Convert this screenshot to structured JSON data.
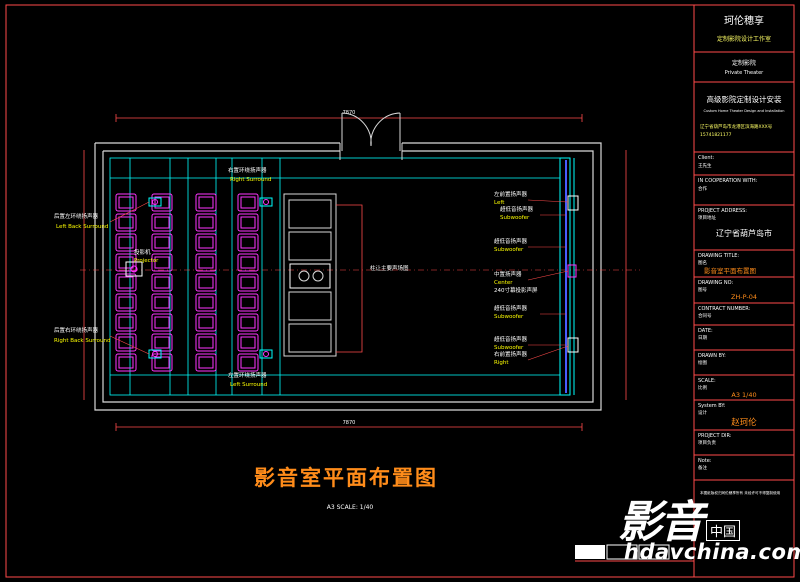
{
  "drawing": {
    "title": "影音室平面布置图",
    "scale_note": "A3 SCALE: 1/40",
    "dim_top": "7870",
    "dim_bottom": "7870"
  },
  "labels": {
    "left_back_cn": "后置左环绕扬声器",
    "left_back_en": "Left Back Surround",
    "right_back_cn": "后置右环绕扬声器",
    "right_back_en": "Right Back Surround",
    "projector_cn": "投影机",
    "projector_en": "Projector",
    "right_surround_cn": "右置环绕扬声器",
    "right_surround_en": "Right Surround",
    "left_surround_cn": "左置环绕扬声器",
    "left_surround_en": "Left Surround",
    "center_speaker_note": "柱让主要声场图",
    "left_cn": "左前置扬声器",
    "left_en": "Left",
    "sub1_cn": "超低音扬声器",
    "sub1_en": "Subwoofer",
    "sub2_cn": "超低音扬声器",
    "sub2_en": "Subwoofer",
    "center_cn": "中置扬声器",
    "center_en": "Center",
    "screen_cn": "240寸幕投影声屏",
    "sub3_cn": "超低音扬声器",
    "sub3_en": "Subwoofer",
    "sub4_cn": "超低音扬声器",
    "sub4_en": "Subwoofer",
    "right_cn": "右前置扬声器",
    "right_en": "Right"
  },
  "titleblock": {
    "company": "珂伦穗享",
    "company_sub": "定制影院设计工作室",
    "project_cn": "定制影院",
    "project_en": "Private Theater",
    "service_cn": "高级影院定制设计安装",
    "service_en": "Custom Home Theater Design and Installation",
    "address": "辽宁省葫芦岛市龙港区滨海路XXX号",
    "phone": "15741821177",
    "client_label": "Client:",
    "client_value": "王先生",
    "coop_label": "IN COOPERATION WITH:",
    "coop_value": "合作",
    "addr_label": "PROJECT ADDRESS:",
    "addr_label_cn": "项目地址",
    "addr_value": "辽宁省葫芦岛市",
    "drawing_title_label": "DRAWING TITLE:",
    "drawing_title_cn": "图名",
    "drawing_title_value": "影音室平面布置图",
    "drawing_no_label": "DRAWING NO:",
    "drawing_no_cn": "图号",
    "drawing_no_value": "ZH-P-04",
    "contract_label": "CONTRACT NUMBER:",
    "contract_cn": "合同号",
    "date_label": "DATE:",
    "date_cn": "日期",
    "drawn_label": "DRAWN BY:",
    "drawn_cn": "绘图",
    "scale_label": "SCALE:",
    "scale_cn": "比例",
    "scale_value": "A3  1/40",
    "design_label": "System BY:",
    "design_cn": "设计",
    "design_value": "赵珂伦",
    "director_label": "PROJECT DIR:",
    "director_cn": "项目负责",
    "note_label": "Note:",
    "note_cn": "备注",
    "footer_note": "本图纸版权归珂伦穗享所有 未经许可不得复制使用"
  },
  "watermark": {
    "brand": "影音",
    "brand_box": "中国",
    "url": "hdavchina.com"
  },
  "colors": {
    "wall": "#d9d9d9",
    "cyan": "#00ffff",
    "magenta": "#ff33ff",
    "red": "#ff4a4a",
    "orange": "#ff8c1a",
    "yellow": "#ffff00",
    "blue": "#4a5cff",
    "green": "#00ff66"
  }
}
